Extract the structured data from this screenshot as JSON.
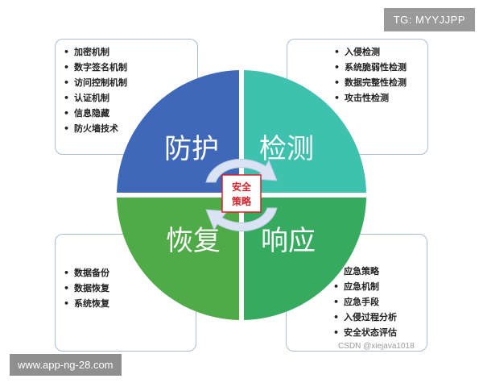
{
  "center": {
    "line1": "安全",
    "line2": "策略"
  },
  "quadrants": {
    "protection": {
      "label": "防护",
      "color": "#3f68b8"
    },
    "detection": {
      "label": "检测",
      "color": "#3fc1b0"
    },
    "recovery": {
      "label": "恢复",
      "color": "#4fab47"
    },
    "response": {
      "label": "响应",
      "color": "#36ab5f"
    }
  },
  "lists": {
    "protection": [
      "加密机制",
      "数字签名机制",
      "访问控制机制",
      "认证机制",
      "信息隐藏",
      "防火墙技术"
    ],
    "detection": [
      "入侵检测",
      "系统脆弱性检测",
      "数据完整性检测",
      "攻击性检测"
    ],
    "recovery": [
      "数据备份",
      "数据恢复",
      "系统恢复"
    ],
    "response": [
      "应急策略",
      "应急机制",
      "应急手段",
      "入侵过程分析",
      "安全状态评估"
    ]
  },
  "watermarks": {
    "tg": "TG: MYYJJPP",
    "site": "www.app-ng-28.com",
    "csdn": "CSDN @xiejava1018"
  }
}
